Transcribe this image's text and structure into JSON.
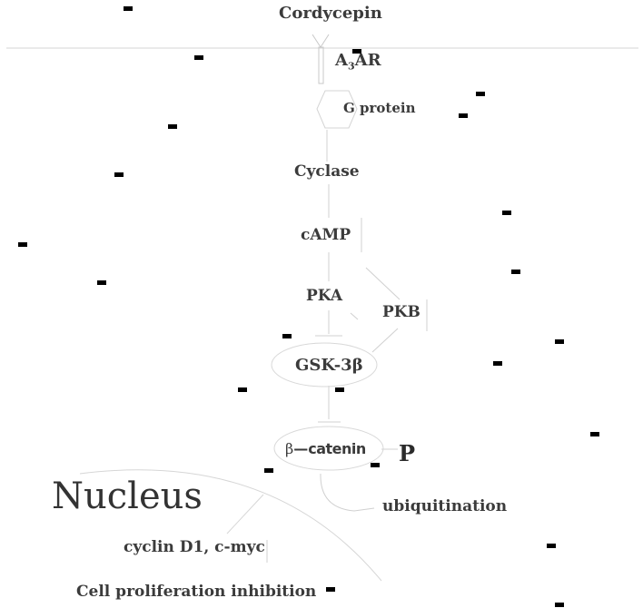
{
  "diagram": {
    "ligand": "Cordycepin",
    "receptor": {
      "main": "A",
      "sub": "3",
      "rest": "AR"
    },
    "g_protein": "G protein",
    "cyclase": "Cyclase",
    "camp": "cAMP",
    "pka": "PKA",
    "pkb": "PKB",
    "gsk": "GSK-3β",
    "catenin_prefix": "β",
    "catenin_name": "catenin",
    "phospho": "P",
    "ubiquitination": "ubiquitination",
    "nucleus": "Nucleus",
    "targets": "cyclin D1, c-myc",
    "outcome": "Cell proliferation inhibition"
  },
  "colors": {
    "text": "#3b3b3b",
    "line": "#cfcfcf",
    "marker": "#000000",
    "background": "#ffffff"
  }
}
